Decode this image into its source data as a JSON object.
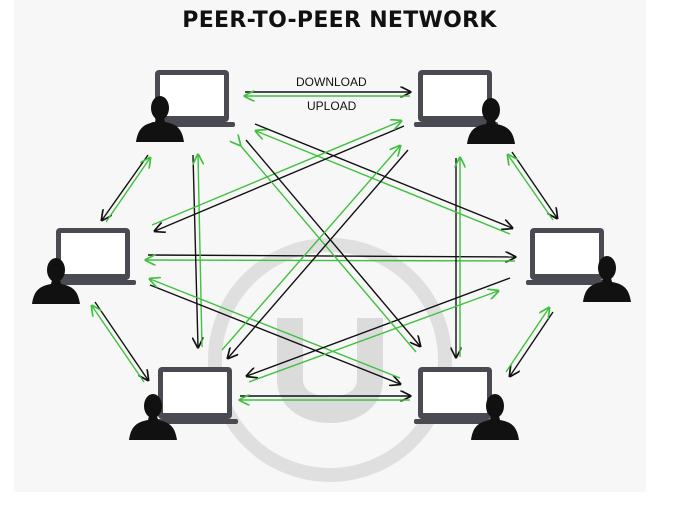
{
  "title": "PEER-TO-PEER NETWORK",
  "labels": {
    "download": "DOWNLOAD",
    "upload": "UPLOAD"
  },
  "colors": {
    "download_arrow": "#111111",
    "upload_arrow": "#3fc13f",
    "device": "#4a4a52",
    "person": "#111111",
    "watermark": "#dcdcdc"
  },
  "nodes": [
    {
      "id": "top-left",
      "name": "peer-top-left"
    },
    {
      "id": "top-right",
      "name": "peer-top-right"
    },
    {
      "id": "mid-left",
      "name": "peer-mid-left"
    },
    {
      "id": "mid-right",
      "name": "peer-mid-right"
    },
    {
      "id": "bottom-left",
      "name": "peer-bottom-left"
    },
    {
      "id": "bottom-right",
      "name": "peer-bottom-right"
    }
  ],
  "watermark_icon": "u-logo-watermark"
}
